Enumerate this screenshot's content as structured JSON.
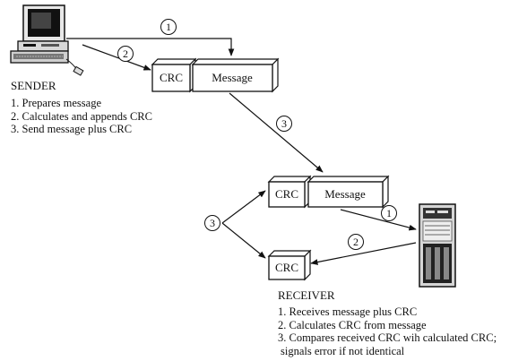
{
  "sender": {
    "title": "SENDER",
    "steps": [
      "1. Prepares message",
      "2. Calculates and appends CRC",
      "3. Send message plus CRC"
    ]
  },
  "receiver": {
    "title": "RECEIVER",
    "steps": [
      "1. Receives message plus CRC",
      "2. Calculates CRC from message",
      "3. Compares received CRC wih calculated CRC;",
      "signals error if not identical"
    ]
  },
  "sender_packet": {
    "crc": "CRC",
    "message": "Message"
  },
  "received_packet": {
    "crc": "CRC",
    "message": "Message"
  },
  "calculated_crc": "CRC",
  "step_markers": {
    "s1": "1",
    "s2": "2",
    "t3": "3",
    "r3": "3",
    "r1": "1",
    "r2": "2"
  },
  "icons": {
    "sender": "desktop-computer-icon",
    "receiver": "server-tower-icon"
  }
}
